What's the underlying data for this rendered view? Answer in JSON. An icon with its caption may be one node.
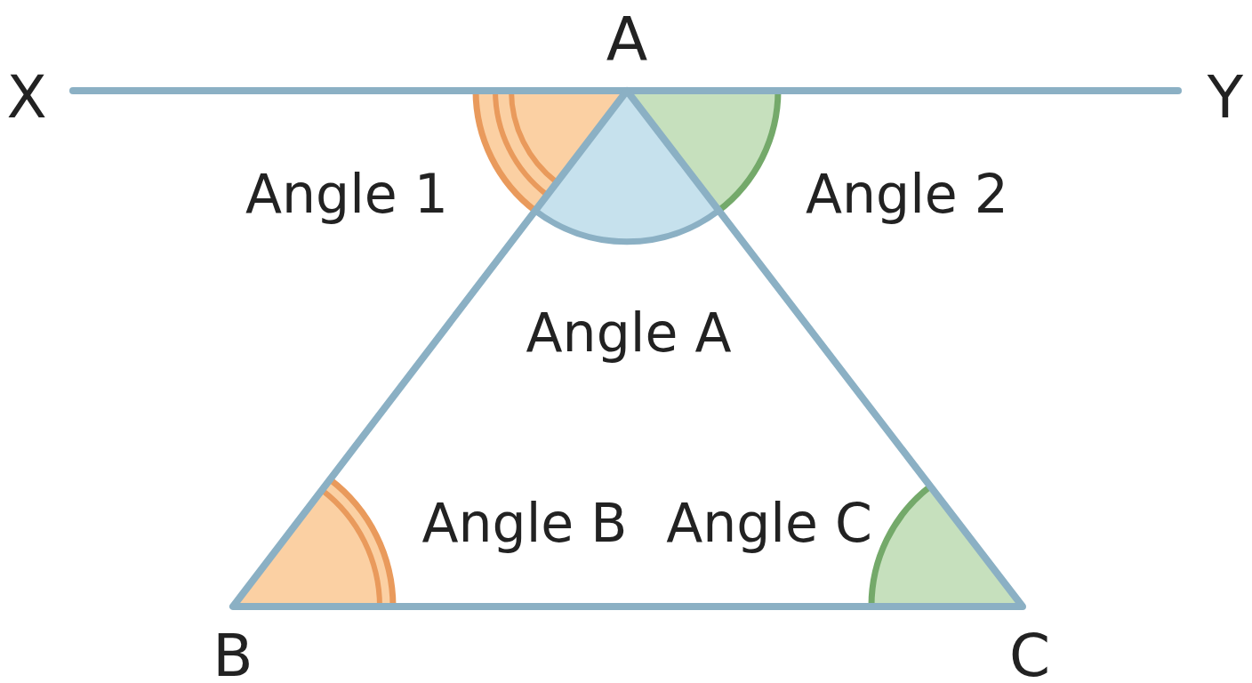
{
  "diagram": {
    "labels": [
      "A",
      "X",
      "Y",
      "Angle 1",
      "Angle 2",
      "Angle A",
      "Angle B",
      "Angle C",
      "B",
      "C"
    ]
  }
}
